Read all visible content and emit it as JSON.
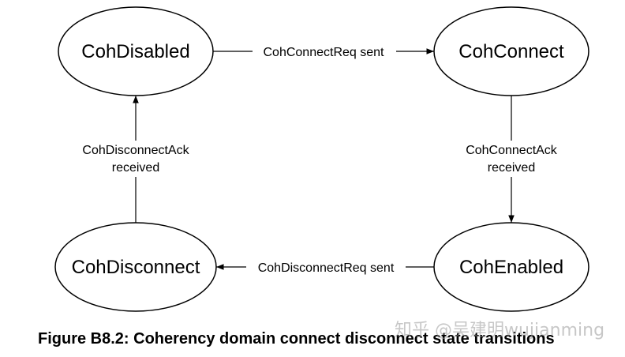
{
  "states": {
    "disabled": "CohDisabled",
    "connect": "CohConnect",
    "enabled": "CohEnabled",
    "disconnect": "CohDisconnect"
  },
  "transitions": {
    "connect_req": "CohConnectReq sent",
    "connect_ack_line1": "CohConnectAck",
    "connect_ack_line2": "received",
    "disconnect_req": "CohDisconnectReq sent",
    "disconnect_ack_line1": "CohDisconnectAck",
    "disconnect_ack_line2": "received"
  },
  "caption": "Figure B8.2: Coherency domain connect disconnect state transitions",
  "watermark": "知乎 @吴建明wujianming"
}
